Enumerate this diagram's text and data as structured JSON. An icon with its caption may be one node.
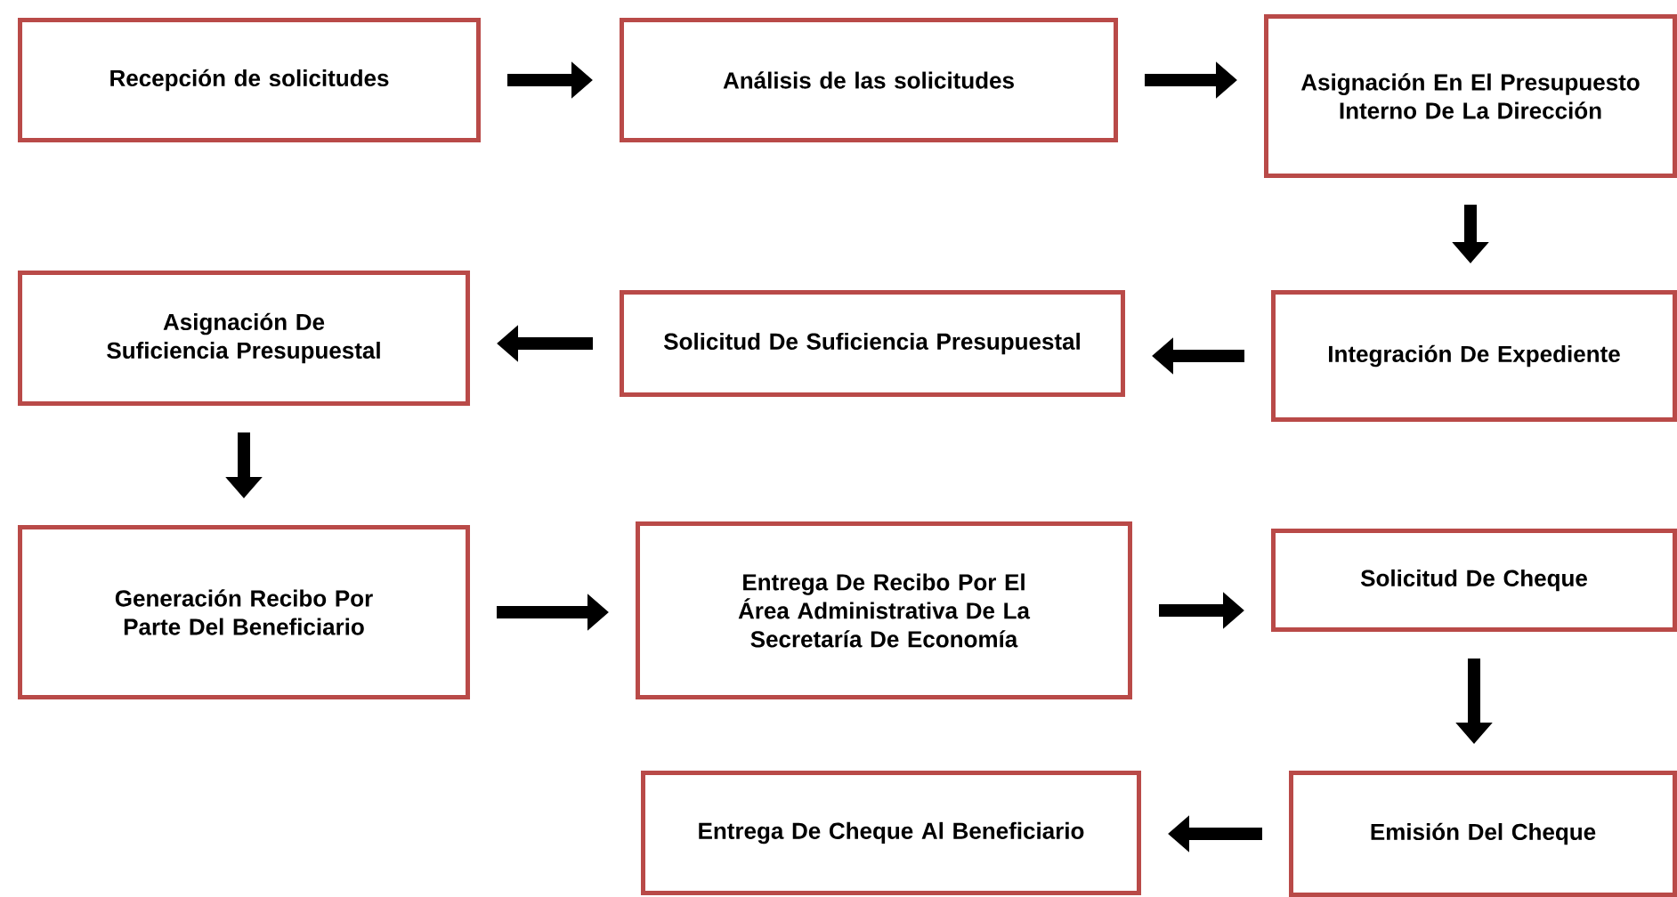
{
  "diagram": {
    "nodes": [
      {
        "text": [
          "Recepción de solicitudes"
        ]
      },
      {
        "text": [
          "Análisis de las solicitudes"
        ]
      },
      {
        "text": [
          "Asignación En El Presupuesto Interno De La Dirección"
        ]
      },
      {
        "text": [
          "Integración De Expediente"
        ]
      },
      {
        "text": [
          "Solicitud De Suficiencia Presupuestal"
        ]
      },
      {
        "text": [
          "Asignación De Suficiencia Presupuestal"
        ]
      },
      {
        "text": [
          "Generación Recibo Por Parte Del Beneficiario"
        ]
      },
      {
        "text": [
          "Entrega De Recibo Por El Área Administrativa De La Secretaría De Economía"
        ]
      },
      {
        "text": [
          "Solicitud De Cheque"
        ]
      },
      {
        "text": [
          "Emisión Del Cheque"
        ]
      },
      {
        "text": [
          "Entrega De Cheque Al Beneficiario"
        ]
      }
    ],
    "edges": [
      {
        "from": 0,
        "to": 1,
        "arrow": "to"
      },
      {
        "from": 1,
        "to": 2,
        "arrow": "to"
      },
      {
        "from": 2,
        "to": 3,
        "arrow": "to"
      },
      {
        "from": 3,
        "to": 4,
        "arrow": "to"
      },
      {
        "from": 4,
        "to": 5,
        "arrow": "to"
      },
      {
        "from": 5,
        "to": 6,
        "arrow": "to"
      },
      {
        "from": 6,
        "to": 7,
        "arrow": "to"
      },
      {
        "from": 7,
        "to": 8,
        "arrow": "to"
      },
      {
        "from": 8,
        "to": 9,
        "arrow": "to"
      },
      {
        "from": 9,
        "to": 10,
        "arrow": "to"
      }
    ]
  }
}
